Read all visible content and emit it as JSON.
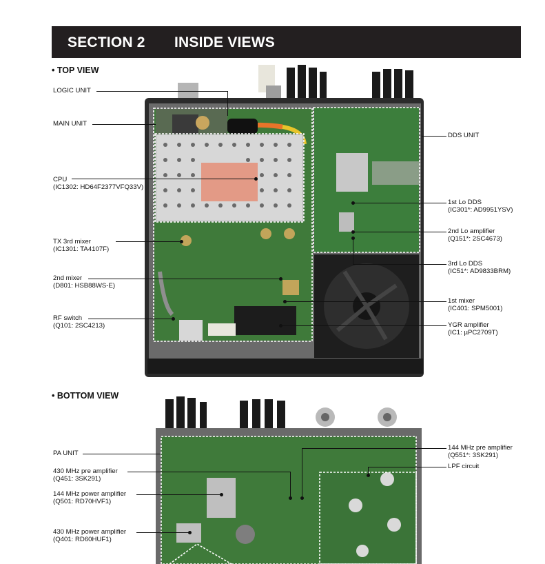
{
  "header": {
    "section": "SECTION 2",
    "title": "INSIDE VIEWS"
  },
  "top_view": {
    "title": "• TOP VIEW",
    "labels_left": [
      {
        "id": "logic",
        "line1": "LOGIC UNIT",
        "line2": ""
      },
      {
        "id": "main",
        "line1": "MAIN UNIT",
        "line2": ""
      },
      {
        "id": "cpu",
        "line1": "CPU",
        "line2": "(IC1302: HD64F2377VFQ33V)"
      },
      {
        "id": "tx3",
        "line1": "TX 3rd mixer",
        "line2": "(IC1301: TA4107F)"
      },
      {
        "id": "mix2",
        "line1": "2nd mixer",
        "line2": "(D801: HSB88WS-E)"
      },
      {
        "id": "rfsw",
        "line1": "RF switch",
        "line2": "(Q101: 2SC4213)"
      }
    ],
    "labels_right": [
      {
        "id": "dds",
        "line1": "DDS UNIT",
        "line2": ""
      },
      {
        "id": "lo1",
        "line1": "1st Lo DDS",
        "line2": "(IC301*: AD9951YSV)"
      },
      {
        "id": "lo2",
        "line1": "2nd Lo amplifier",
        "line2": "(Q151*: 2SC4673)"
      },
      {
        "id": "lo3",
        "line1": "3rd Lo DDS",
        "line2": "(IC51*: AD9833BRM)"
      },
      {
        "id": "mix1",
        "line1": "1st mixer",
        "line2": "(IC401: SPM5001)"
      },
      {
        "id": "ygr",
        "line1": "YGR amplifier",
        "line2": "(IC1: µPC2709T)"
      }
    ]
  },
  "bottom_view": {
    "title": "• BOTTOM VIEW",
    "labels_left": [
      {
        "id": "pa",
        "line1": "PA UNIT",
        "line2": ""
      },
      {
        "id": "pre430",
        "line1": "430 MHz pre amplifier",
        "line2": "(Q451: 3SK291)"
      },
      {
        "id": "pow144",
        "line1": "144 MHz power amplifier",
        "line2": "(Q501: RD70HVF1)"
      },
      {
        "id": "pow430",
        "line1": "430 MHz power amplifier",
        "line2": "(Q401: RD60HUF1)"
      }
    ],
    "labels_right": [
      {
        "id": "pre144",
        "line1": "144 MHz pre amplifier",
        "line2": "(Q551*: 3SK291)"
      },
      {
        "id": "lpf",
        "line1": "LPF circuit",
        "line2": ""
      }
    ]
  },
  "colors": {
    "header_bg": "#231f20",
    "pcb_green": "#3f7a3a",
    "heatsink": "#1a1a1a",
    "shield": "#cfcfcf",
    "cpu_pad": "#e39a86"
  }
}
